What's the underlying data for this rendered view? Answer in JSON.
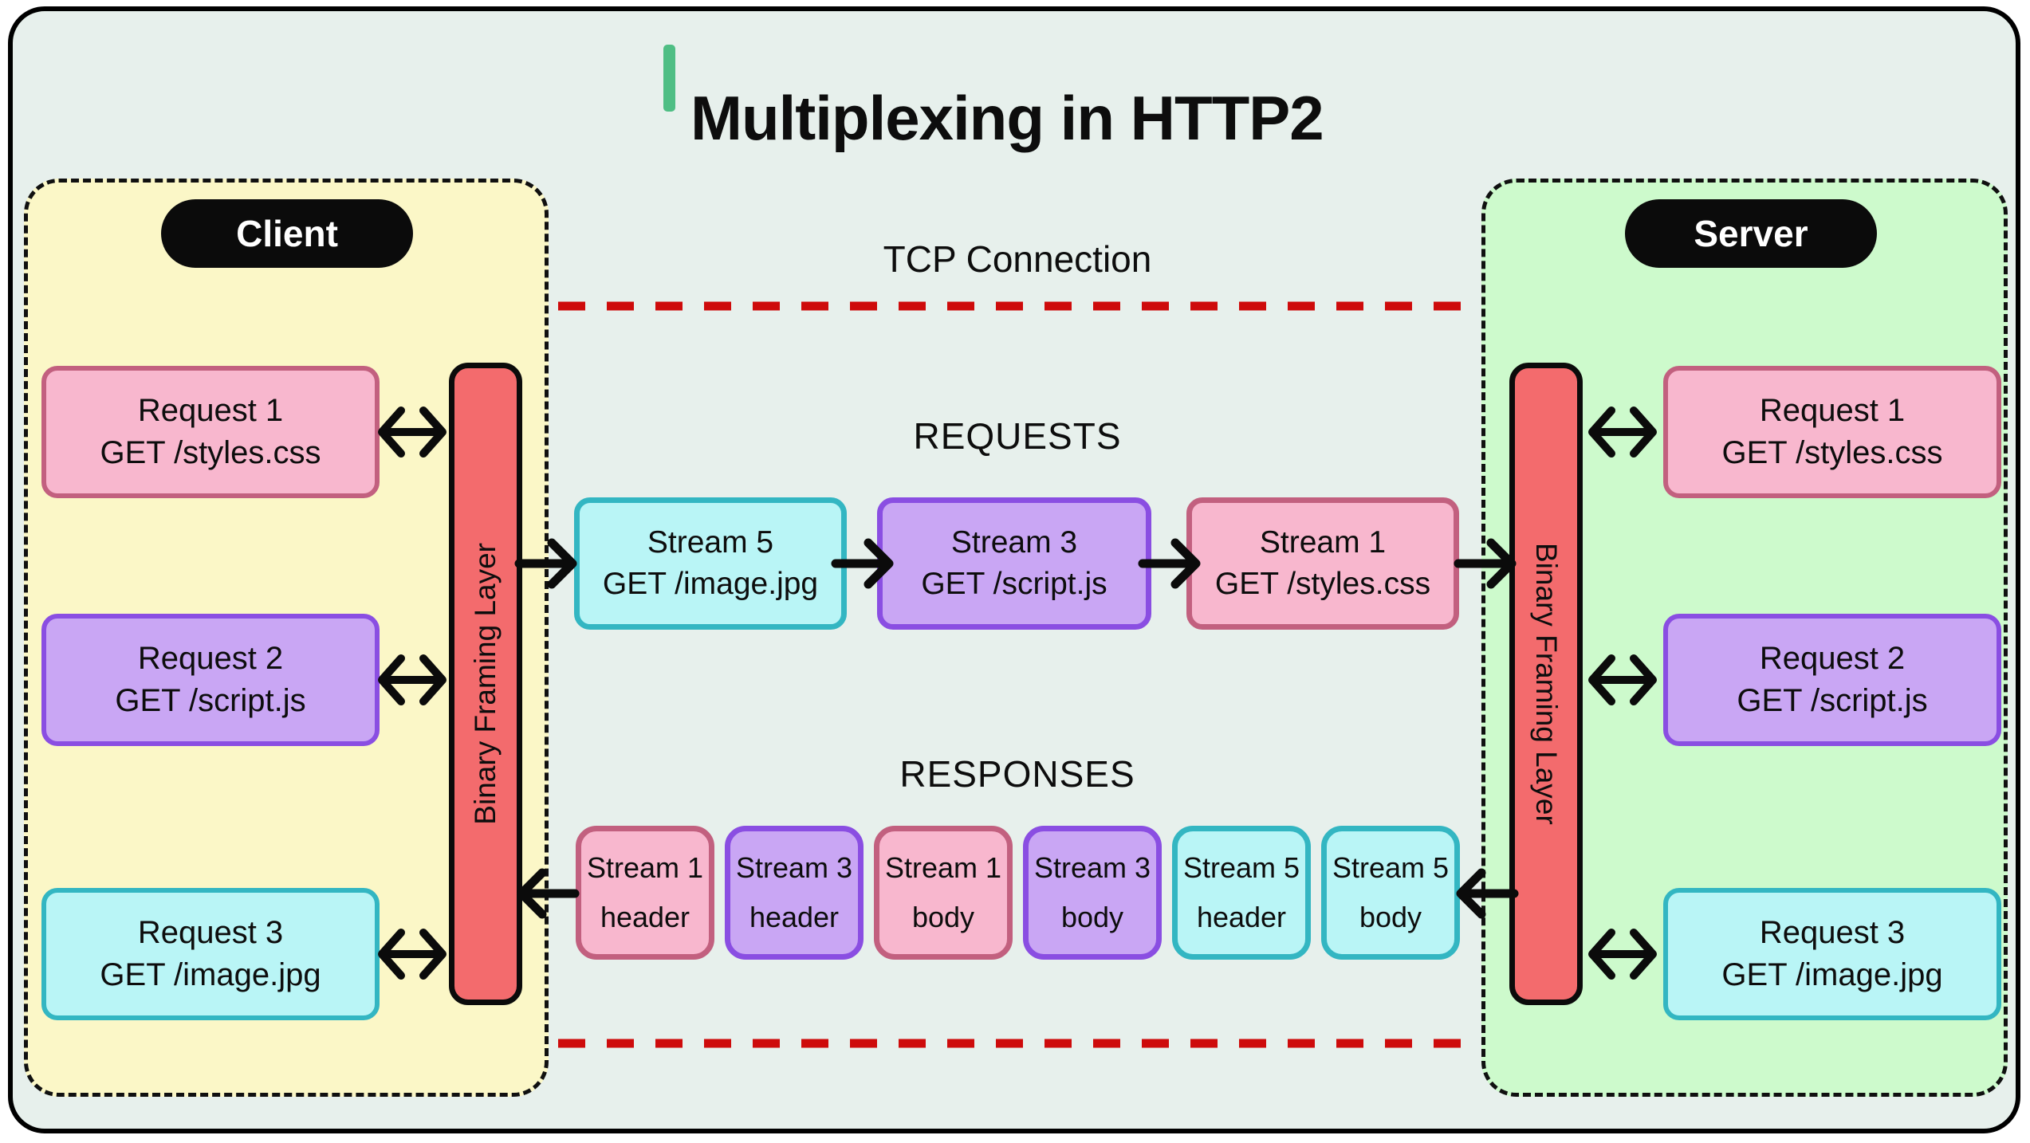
{
  "title": "Multiplexing in HTTP2",
  "connection": {
    "label": "TCP Connection"
  },
  "flow_labels": {
    "requests": "REQUESTS",
    "responses": "RESPONSES"
  },
  "client": {
    "label": "Client",
    "framing_layer_label": "Binary Framing Layer",
    "requests": [
      {
        "name": "Request 1",
        "detail": "GET /styles.css",
        "color": "pink"
      },
      {
        "name": "Request 2",
        "detail": "GET /script.js",
        "color": "purple"
      },
      {
        "name": "Request 3",
        "detail": "GET /image.jpg",
        "color": "cyan"
      }
    ]
  },
  "server": {
    "label": "Server",
    "framing_layer_label": "Binary Framing Layer",
    "requests": [
      {
        "name": "Request 1",
        "detail": "GET /styles.css",
        "color": "pink"
      },
      {
        "name": "Request 2",
        "detail": "GET /script.js",
        "color": "purple"
      },
      {
        "name": "Request 3",
        "detail": "GET /image.jpg",
        "color": "cyan"
      }
    ]
  },
  "request_streams": [
    {
      "name": "Stream 5",
      "detail": "GET /image.jpg",
      "color": "cyan"
    },
    {
      "name": "Stream 3",
      "detail": "GET /script.js",
      "color": "purple"
    },
    {
      "name": "Stream 1",
      "detail": "GET /styles.css",
      "color": "pink"
    }
  ],
  "response_frames": [
    {
      "name": "Stream 1",
      "part": "header",
      "color": "pink"
    },
    {
      "name": "Stream 3",
      "part": "header",
      "color": "purple"
    },
    {
      "name": "Stream 1",
      "part": "body",
      "color": "pink"
    },
    {
      "name": "Stream 3",
      "part": "body",
      "color": "purple"
    },
    {
      "name": "Stream 5",
      "part": "header",
      "color": "cyan"
    },
    {
      "name": "Stream 5",
      "part": "body",
      "color": "cyan"
    }
  ],
  "colors": {
    "canvas_background": "#e7f0ec",
    "client_panel": "#fbf7c7",
    "server_panel": "#cdfacc",
    "pink_fill": "#f8b7ce",
    "pink_border": "#c2607f",
    "purple_fill": "#c9a6f4",
    "purple_border": "#8a4ee2",
    "cyan_fill": "#b9f5f6",
    "cyan_border": "#33b6c2",
    "framing_layer_fill": "#f36b6d",
    "tcp_dashed_line": "#ce0b0b",
    "title_accent": "#4fbe84",
    "arrow": "#0b0b0b",
    "label_pill": "#0b0b0b"
  }
}
